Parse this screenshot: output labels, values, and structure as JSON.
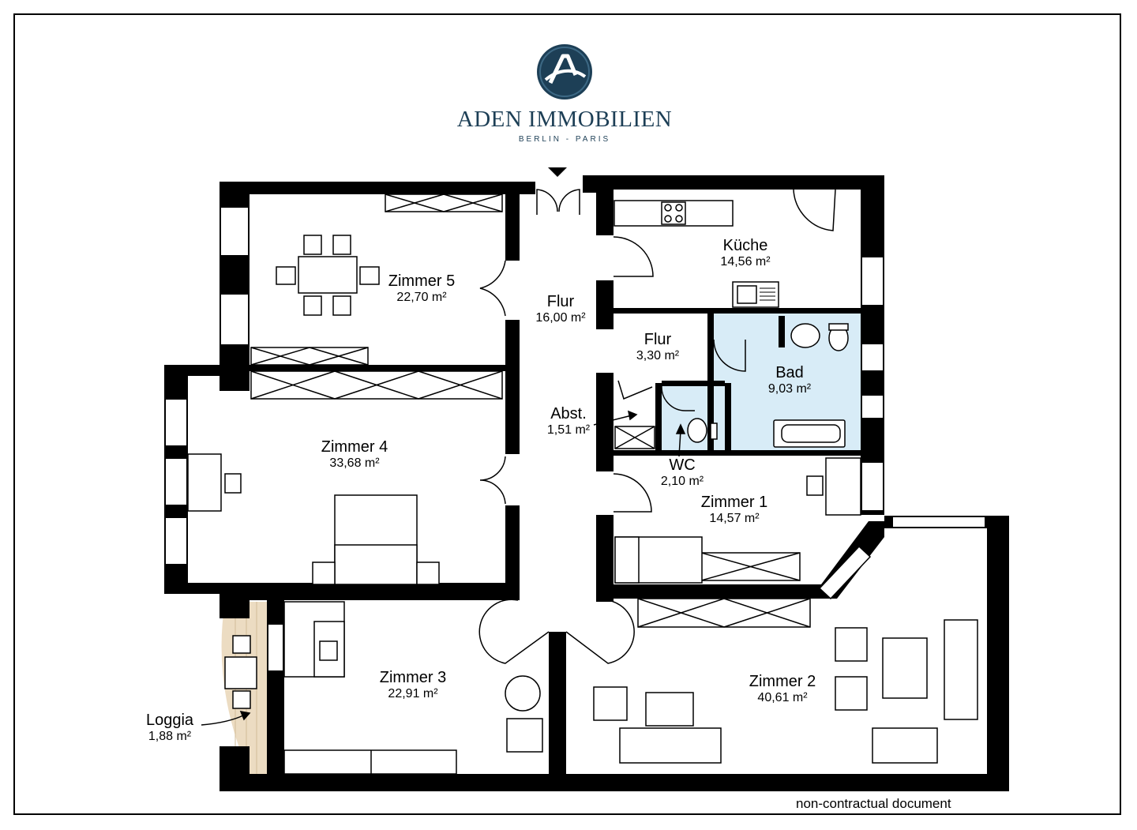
{
  "brand": {
    "name": "ADEN IMMOBILIEN",
    "tagline": "BERLIN - PARIS",
    "colors": {
      "primary": "#1d3f56",
      "bathroom_fill": "#d8ecf7",
      "loggia_fill": "#ecdcc2"
    }
  },
  "rooms": [
    {
      "id": "zimmer5",
      "name": "Zimmer 5",
      "area": "22,70 m²"
    },
    {
      "id": "flur_main",
      "name": "Flur",
      "area": "16,00 m²"
    },
    {
      "id": "kueche",
      "name": "Küche",
      "area": "14,56 m²"
    },
    {
      "id": "flur_small",
      "name": "Flur",
      "area": "3,30 m²"
    },
    {
      "id": "bad",
      "name": "Bad",
      "area": "9,03 m²"
    },
    {
      "id": "zimmer4",
      "name": "Zimmer 4",
      "area": "33,68 m²"
    },
    {
      "id": "abst",
      "name": "Abst.",
      "area": "1,51 m²"
    },
    {
      "id": "wc",
      "name": "WC",
      "area": "2,10 m²"
    },
    {
      "id": "zimmer1",
      "name": "Zimmer 1",
      "area": "14,57 m²"
    },
    {
      "id": "zimmer3",
      "name": "Zimmer 3",
      "area": "22,91 m²"
    },
    {
      "id": "zimmer2",
      "name": "Zimmer 2",
      "area": "40,61 m²"
    },
    {
      "id": "loggia",
      "name": "Loggia",
      "area": "1,88 m²"
    }
  ],
  "footer": {
    "note": "non-contractual document"
  }
}
